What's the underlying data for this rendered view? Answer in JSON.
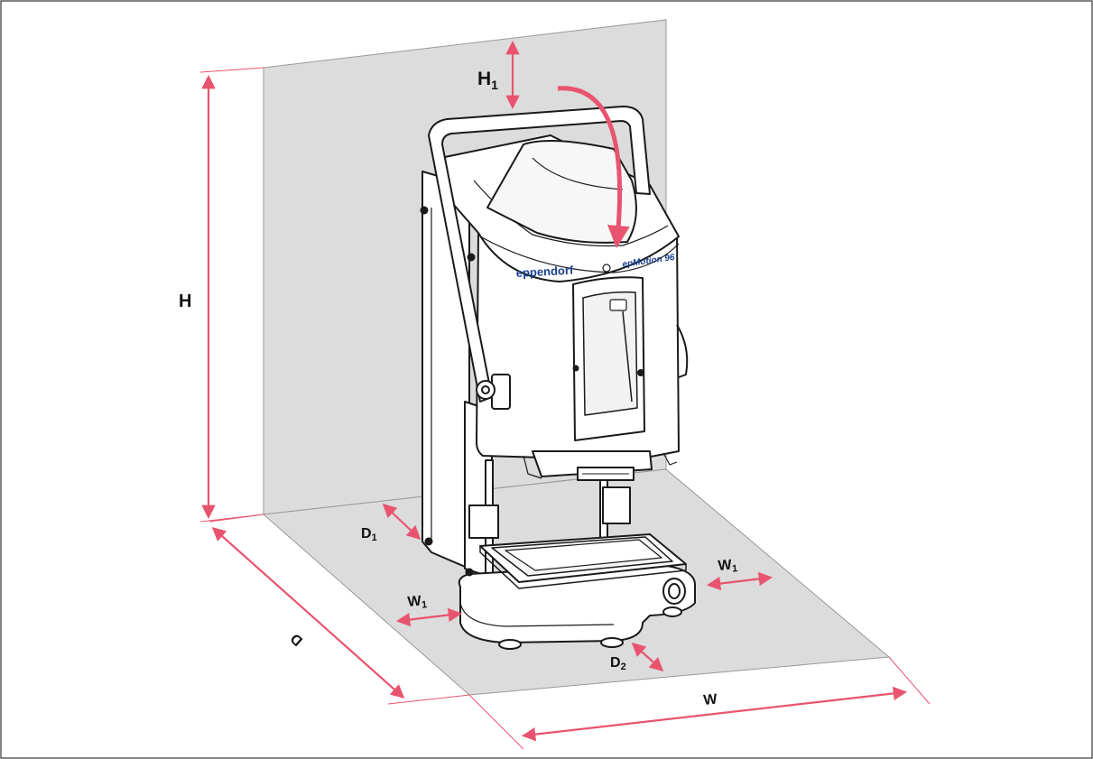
{
  "diagram": {
    "colors": {
      "dimension": "#e8546f",
      "plane": "#dcdcdc",
      "outline": "#1a1a1a",
      "logo": "#1a3f8f"
    },
    "labels": {
      "H": "H",
      "H1_base": "H",
      "H1_sub": "1",
      "D": "D",
      "D1_base": "D",
      "D1_sub": "1",
      "D2_base": "D",
      "D2_sub": "2",
      "W": "W",
      "W1_left_base": "W",
      "W1_left_sub": "1",
      "W1_right_base": "W",
      "W1_right_sub": "1"
    },
    "device": {
      "brand": "eppendorf",
      "model": "epMotion 96"
    }
  }
}
